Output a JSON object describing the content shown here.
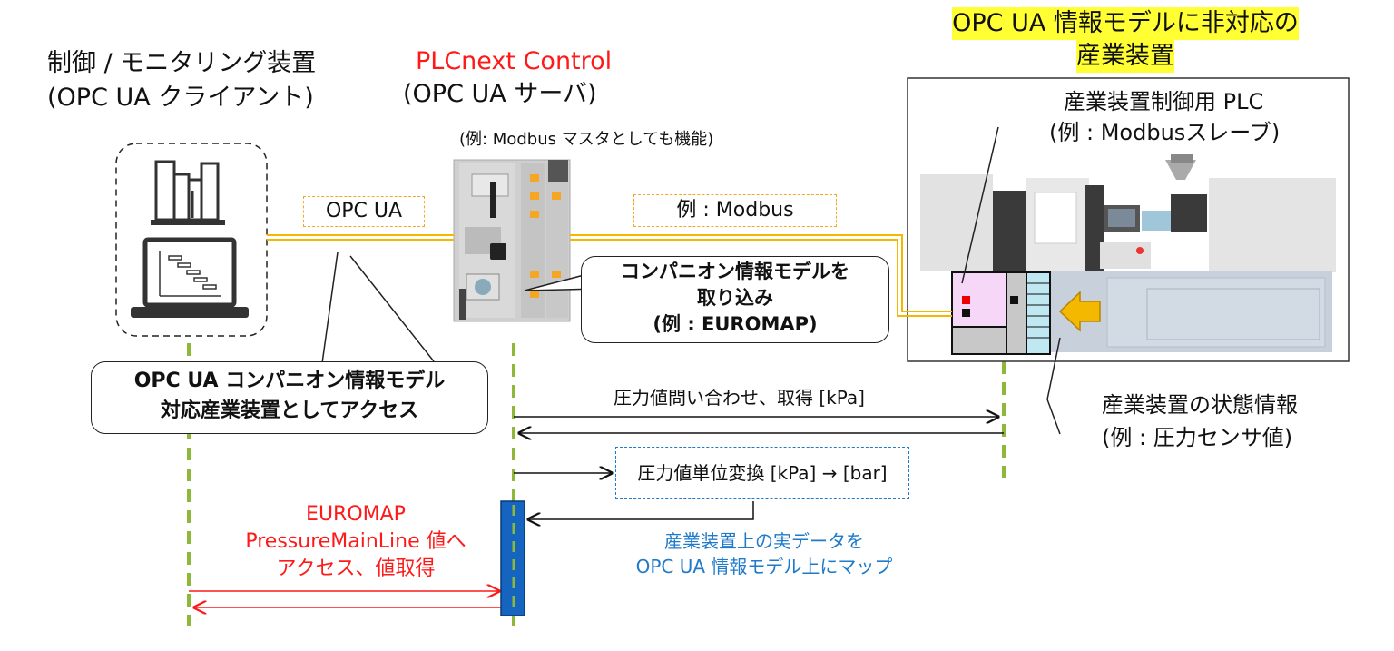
{
  "client": {
    "title_line1": "制御 / モニタリング装置",
    "title_line2": "(OPC UA クライアント)"
  },
  "server": {
    "title_line1": "PLCnext Control",
    "title_line2": "(OPC UA サーバ)",
    "note": "(例: Modbus マスタとしても機能)"
  },
  "device": {
    "heading_line1": "OPC UA 情報モデルに非対応の",
    "heading_line2": "産業装置",
    "plc_line1": "産業装置制御用 PLC",
    "plc_line2": "(例 : Modbusスレーブ)",
    "state_line1": "産業装置の状態情報",
    "state_line2": "(例 : 圧力センサ値)"
  },
  "links": {
    "opcua": "OPC UA",
    "modbus": "例 : Modbus"
  },
  "callouts": {
    "companion_line1": "コンパニオン情報モデルを",
    "companion_line2": "取り込み",
    "companion_line3": "(例 : EUROMAP)",
    "access_line1": "OPC UA  コンパニオン情報モデル",
    "access_line2": "対応産業装置としてアクセス"
  },
  "sequence": {
    "query": "圧力値問い合わせ、取得 [kPa]",
    "convert": "圧力値単位変換 [kPa] → [bar]",
    "map_line1": "産業装置上の実データを",
    "map_line2": "OPC UA 情報モデル上にマップ",
    "euromap_line1": "EUROMAP",
    "euromap_line2": "PressureMainLine 値へ",
    "euromap_line3": "アクセス、値取得"
  },
  "colors": {
    "accent_red": "#ff1a1a",
    "accent_blue": "#1f7ac9",
    "lifeline_green": "#8db83a",
    "highlight_yellow": "#ffff33",
    "cable_orange": "#f5b800",
    "activation_blue": "#1565c0"
  }
}
